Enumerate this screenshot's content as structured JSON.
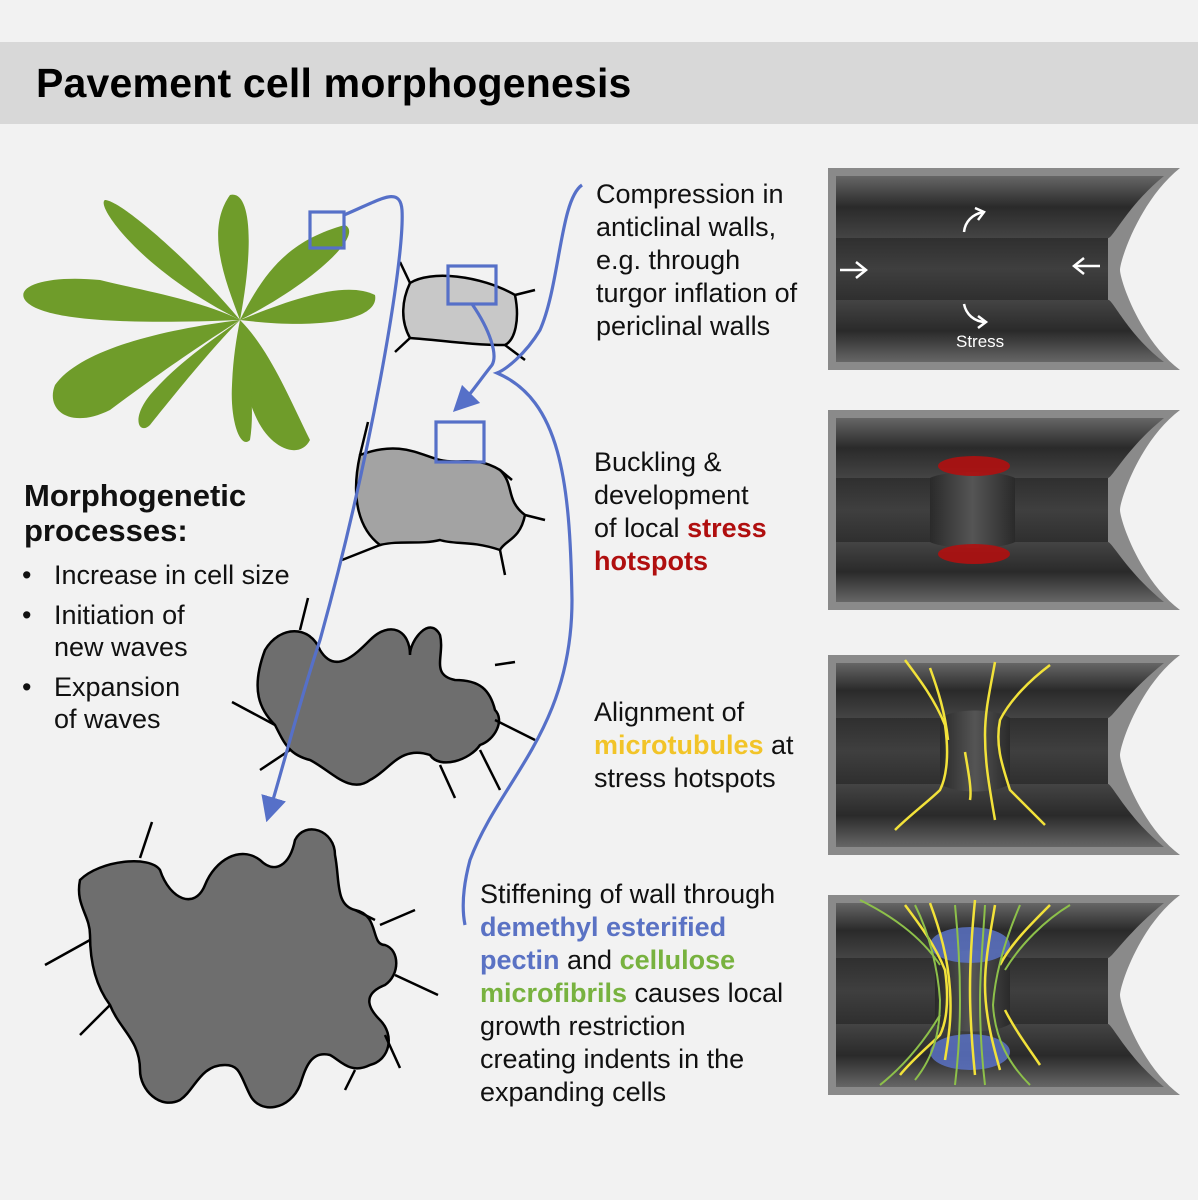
{
  "title": "Pavement cell morphogenesis",
  "processes": {
    "heading": "Morphogenetic processes:",
    "items": [
      "Increase in cell size",
      "Initiation of new waves",
      "Expansion of waves"
    ]
  },
  "steps": [
    {
      "line1": "Compression in",
      "line2": "anticlinal walls,",
      "line3": "e.g. through",
      "line4": "turgor inflation of",
      "line5": "periclinal walls"
    },
    {
      "line1": "Buckling &",
      "line2": "development",
      "line3_pre": "of local ",
      "line3_hl": "stress",
      "line4_hl": "hotspots"
    },
    {
      "line1": "Alignment of",
      "line2_hl": "microtubules",
      "line2_post": " at",
      "line3": "stress hotspots"
    },
    {
      "line1": "Stiffening of wall through",
      "line2_hl": "demethyl esterified",
      "line3_hl": "pectin",
      "line3_mid": " and ",
      "line3_hl2": "cellulose",
      "line4_hl": "microfibrils",
      "line4_post": " causes local",
      "line5": "growth restriction",
      "line6": "creating indents in the",
      "line7": "expanding cells"
    }
  ],
  "stress_label": "Stress",
  "colors": {
    "leaf": "#6f9c2a",
    "arrow": "#5670c8",
    "stress": "#b00f0f",
    "microtubule": "#f2e23a",
    "pectin": "#5a72c4",
    "cellulose": "#8dc04a",
    "wall": "#3a3a3a"
  }
}
